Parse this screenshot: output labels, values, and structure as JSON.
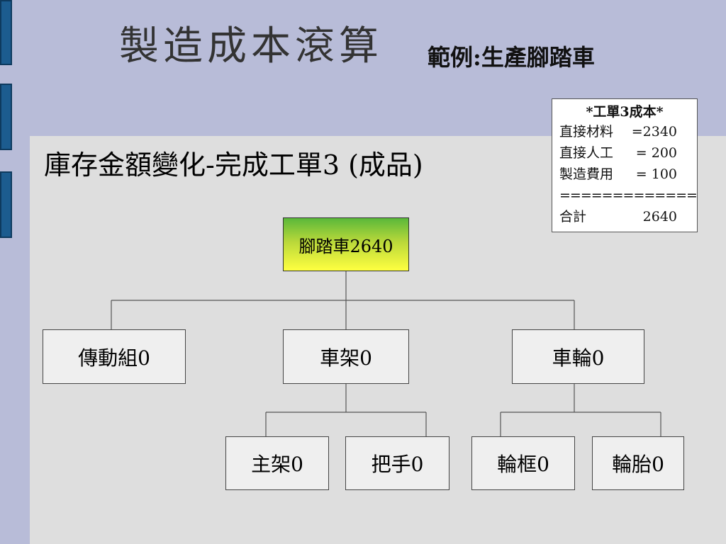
{
  "slide": {
    "title": "製造成本滾算",
    "subtitle": "範例:生產腳踏車",
    "heading": "庫存金額變化-完成工單3 (成品)"
  },
  "cost_summary": {
    "header": "*工單3成本*",
    "rows": [
      {
        "label": "直接材料",
        "value": "=2340"
      },
      {
        "label": "直接人工",
        "value": "=  200"
      },
      {
        "label": "製造費用",
        "value": "=  100"
      }
    ],
    "separator": "=============",
    "total_label": "合計",
    "total_value": "2640"
  },
  "tree": {
    "root": "腳踏車2640",
    "level1": [
      "傳動組0",
      "車架0",
      "車輪0"
    ],
    "frame_children": [
      "主架0",
      "把手0"
    ],
    "wheel_children": [
      "輪框0",
      "輪胎0"
    ]
  },
  "colors": {
    "background": "#b8bcd8",
    "panel": "#dedede",
    "side_tab": "#1c5c8f",
    "root_gradient_top": "#5ab83a",
    "root_gradient_bottom": "#ffff40"
  }
}
